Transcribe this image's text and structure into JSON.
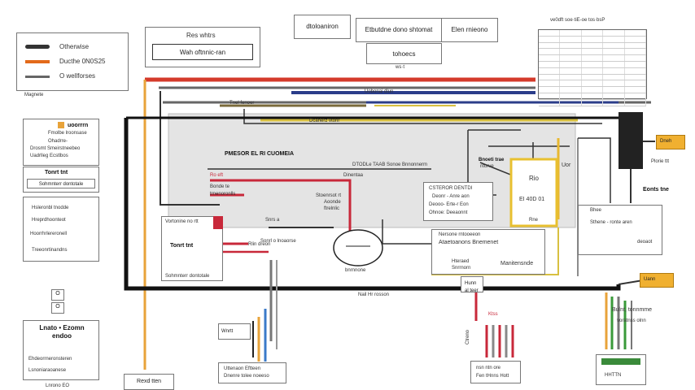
{
  "legend": {
    "items": [
      {
        "label": "Otherwise",
        "color": "#333333"
      },
      {
        "label": "Ducthe 0N0S25",
        "color": "#e36a1a"
      },
      {
        "label": "O wellforses",
        "color": "#666666"
      }
    ],
    "caption": "Magnete"
  },
  "top": {
    "wire_title": "Res whtrs",
    "wire_sub": "Wah oftnnic-ran",
    "btn1": "dtoloaniron",
    "btn2": "Etbutdne dono shtomat",
    "btn3": "Elen rnieono",
    "sub": "tohoecs",
    "chip": "ws·t"
  },
  "table": {
    "title": "ve0dft soe·tiE-oe tos·bsP"
  },
  "left_boxes": {
    "a_title": "uoorrrn",
    "a_lines": [
      "Fmolbe lroonsase",
      "Ohadrre-",
      "Drosmt Smeirstneebeo",
      "Uadrlleg Ecstlbos"
    ],
    "b_title": "Tonrt tnt",
    "b_sub": "Sohmnterr dontotale",
    "c1": "Hsleronbl tnodde",
    "c2": "Hreprdhoonteot",
    "c3": "Hoorrhrlereronell",
    "c4": "Treeonrtinandns",
    "small1": "O",
    "small2": "O",
    "d_title": "Lnato • Ezomn endoo",
    "d_line1": "Ehdeorrneronsteren",
    "d_line2": "Lsnoniaraoanese",
    "d_footer": "Lnrono EO"
  },
  "panel": {
    "title": "PMESOR EL RI CUOMEIA",
    "lbl_red1": "Ro eft",
    "lbl_red2": "Bonde te",
    "lbl_red3": "trnenoronlls",
    "lbl_top": "DTODLe TAAB Sonoe Bnnonnerm",
    "lbl_mid": "Dinentaa",
    "lbl_call1": "Stoenrsot rt",
    "lbl_call2": "Aoonde",
    "lbl_call3": "ftrelnlic",
    "bus_row1": "Tnel fenoer",
    "bus_row2": "Uobonai dlun",
    "bus_row3": "Dcanerz vtonr",
    "bus_row4": "Vortonine no rtt",
    "gray_label": "Sonrl o lnoaorse",
    "tick": "Snrs a"
  },
  "center": {
    "hub_label": "bnrnnone",
    "motor_title": "CSTEROR DENTDI",
    "motor_l1": "Deonr - Anre aon",
    "motor_l2": "Deooo- Erte-r Eon",
    "motor_l3": "Ohnoe: Deeaonnt",
    "ctrl_title": "Bnoeti trae",
    "ctrl_sub": "ntorve",
    "ctrl_main": "Rio",
    "ctrl_num": "EI 40D 01",
    "ctrl_foot": "Rne",
    "ctrl_tag": "Uor",
    "aux_title": "Nersone rntooeeon",
    "aux_sub": "Ataetoanons Bnemenet",
    "aux_l1": "Hteraed",
    "aux_l2": "Snrrnorn",
    "aux_l3": "Manitensnde",
    "bus_label": "Nail Hr rosson",
    "conn_label": "Rlin dreon",
    "conn_row": "Hunn al teer nocnenee"
  },
  "right": {
    "tag1": "Dneh",
    "tag1_sub": "Plorie ttt",
    "panel_label": "Eonts tne",
    "node_title": "Bhee",
    "node_main": "Sthene - ronte aren",
    "node_foot": "deoaot",
    "tag2": "Uann",
    "out_title": "Bulnt, tonnmme",
    "out_sub": "voratnss olnn"
  },
  "bottom": {
    "left_box": "Rexd tten",
    "left_tag": "Wnrtt",
    "center_box_l1": "Uttenaon Eftteen",
    "center_box_l2": "Dnenre tolee noeeso",
    "mid_label": "Ktss",
    "mid_vert": "Ctreno",
    "mid_foot1": "nsn ntn ore",
    "mid_foot2": "Fen tHnns Hott",
    "right_foot": "HHTTN"
  }
}
